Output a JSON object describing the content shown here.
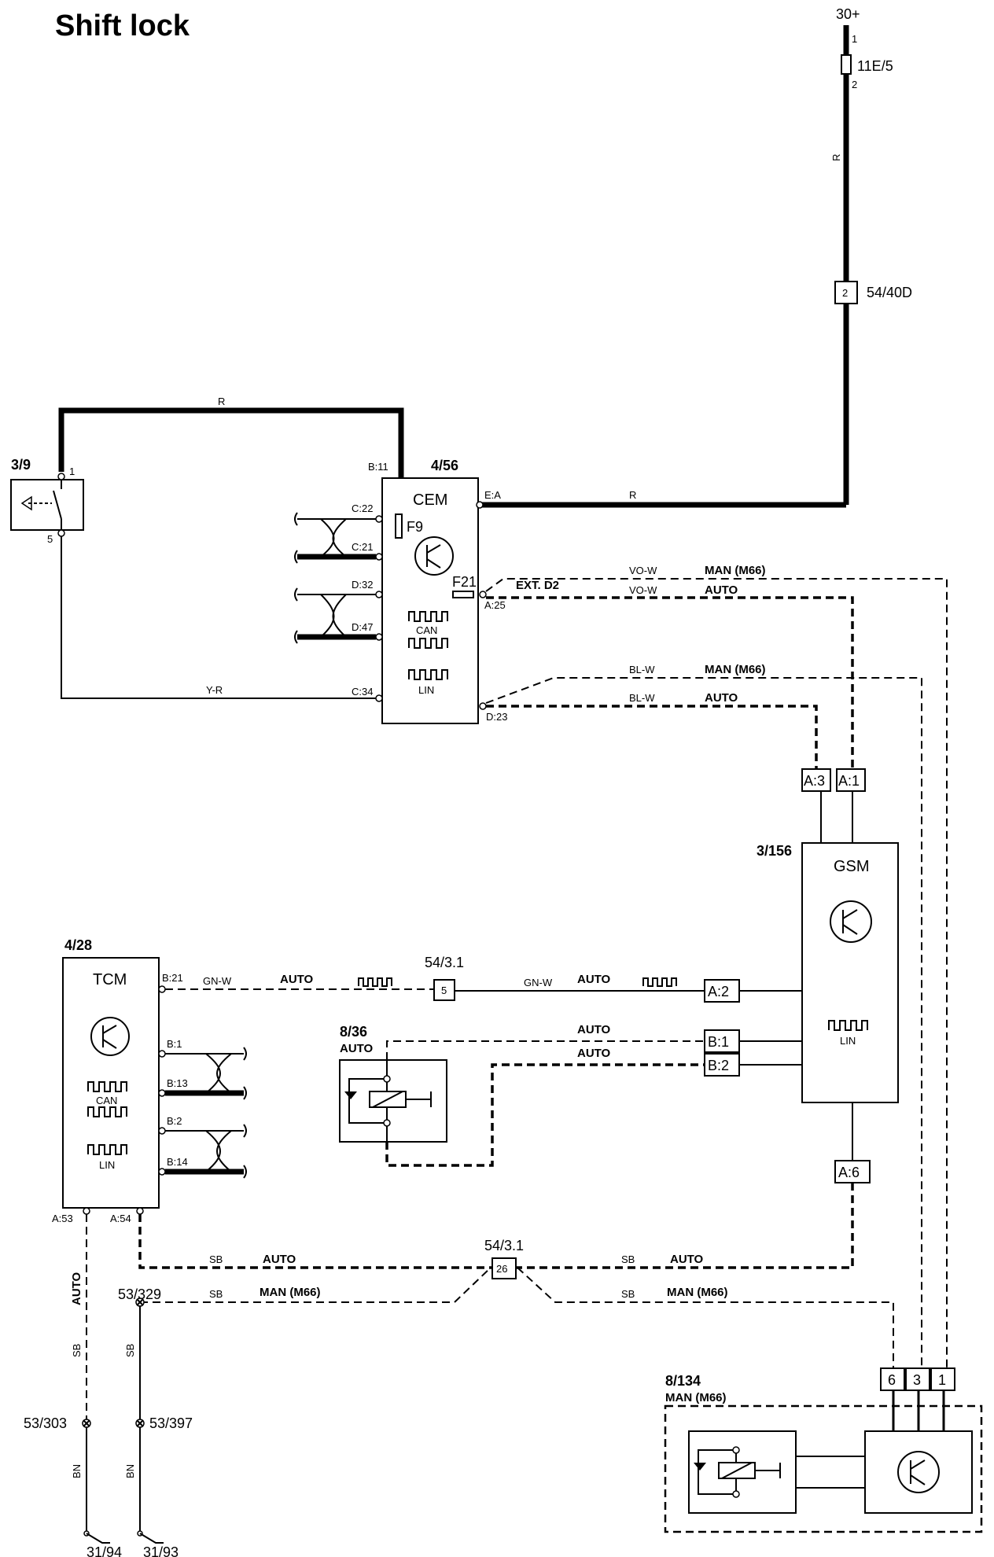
{
  "title": "Shift lock",
  "supply": {
    "terminal": "30+",
    "fuse": "11E/5",
    "fuse_pin_top": "1",
    "fuse_pin_bottom": "2",
    "connector_pin": "2",
    "connector": "54/40D"
  },
  "wire_colors": {
    "red": "R",
    "yellow_red": "Y-R",
    "violet_white": "VO-W",
    "blue_white": "BL-W",
    "green_white": "GN-W",
    "black": "SB",
    "brown": "BN"
  },
  "variants": {
    "auto": "AUTO",
    "man": "MAN (M66)"
  },
  "cem": {
    "id": "4/56",
    "name": "CEM",
    "fuse_f9": "F9",
    "fuse_f21": "F21",
    "ext": "EXT. D2",
    "pins": {
      "b11": "B:11",
      "c22": "C:22",
      "c21": "C:21",
      "d32": "D:32",
      "d47": "D:47",
      "c34": "C:34",
      "ea": "E:A",
      "a25": "A:25",
      "d23": "D:23"
    },
    "can": "CAN",
    "lin": "LIN"
  },
  "switch_39": {
    "id": "3/9",
    "pin_top": "1",
    "pin_bottom": "5"
  },
  "gsm": {
    "id": "3/156",
    "name": "GSM",
    "lin": "LIN",
    "pins": {
      "a3": "A:3",
      "a1": "A:1",
      "a2": "A:2",
      "b1": "B:1",
      "b2": "B:2",
      "a6": "A:6"
    }
  },
  "tcm": {
    "id": "4/28",
    "name": "TCM",
    "can": "CAN",
    "lin": "LIN",
    "pins": {
      "b21": "B:21",
      "b1": "B:1",
      "b13": "B:13",
      "b2": "B:2",
      "b14": "B:14",
      "a53": "A:53",
      "a54": "A:54"
    }
  },
  "connector_543_1": {
    "id": "54/3.1",
    "pin_5": "5",
    "pin_26": "26"
  },
  "solenoid_836": {
    "id": "8/36",
    "variant": "AUTO"
  },
  "splices": {
    "s53_329": "53/329",
    "s53_303": "53/303",
    "s53_397": "53/397"
  },
  "grounds": {
    "g31_94": "31/94",
    "g31_93": "31/93"
  },
  "shift_lock_8134": {
    "id": "8/134",
    "variant": "MAN (M66)",
    "pins": [
      "6",
      "3",
      "1"
    ]
  },
  "colors": {
    "ink": "#000000",
    "paper": "#ffffff"
  }
}
